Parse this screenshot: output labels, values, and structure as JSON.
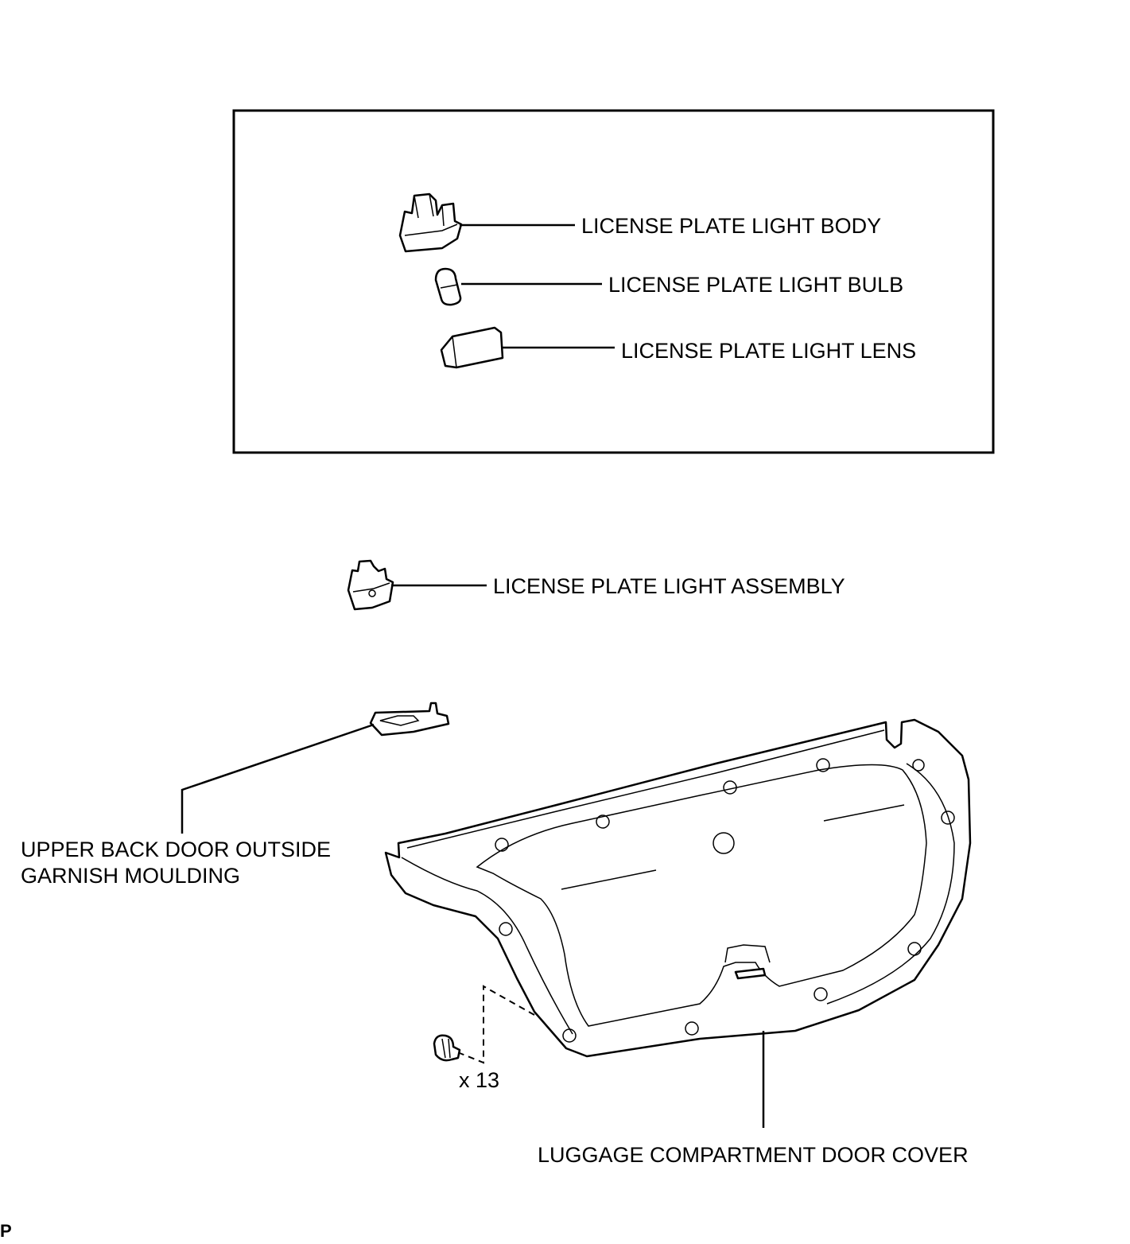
{
  "labels": {
    "light_body": "LICENSE PLATE LIGHT BODY",
    "light_bulb": "LICENSE PLATE LIGHT BULB",
    "light_lens": "LICENSE PLATE LIGHT LENS",
    "light_assembly": "LICENSE PLATE LIGHT ASSEMBLY",
    "garnish_line1": "UPPER BACK DOOR OUTSIDE",
    "garnish_line2": "GARNISH MOULDING",
    "clip_count": "x 13",
    "door_cover": "LUGGAGE COMPARTMENT DOOR COVER",
    "corner_mark": "P"
  }
}
